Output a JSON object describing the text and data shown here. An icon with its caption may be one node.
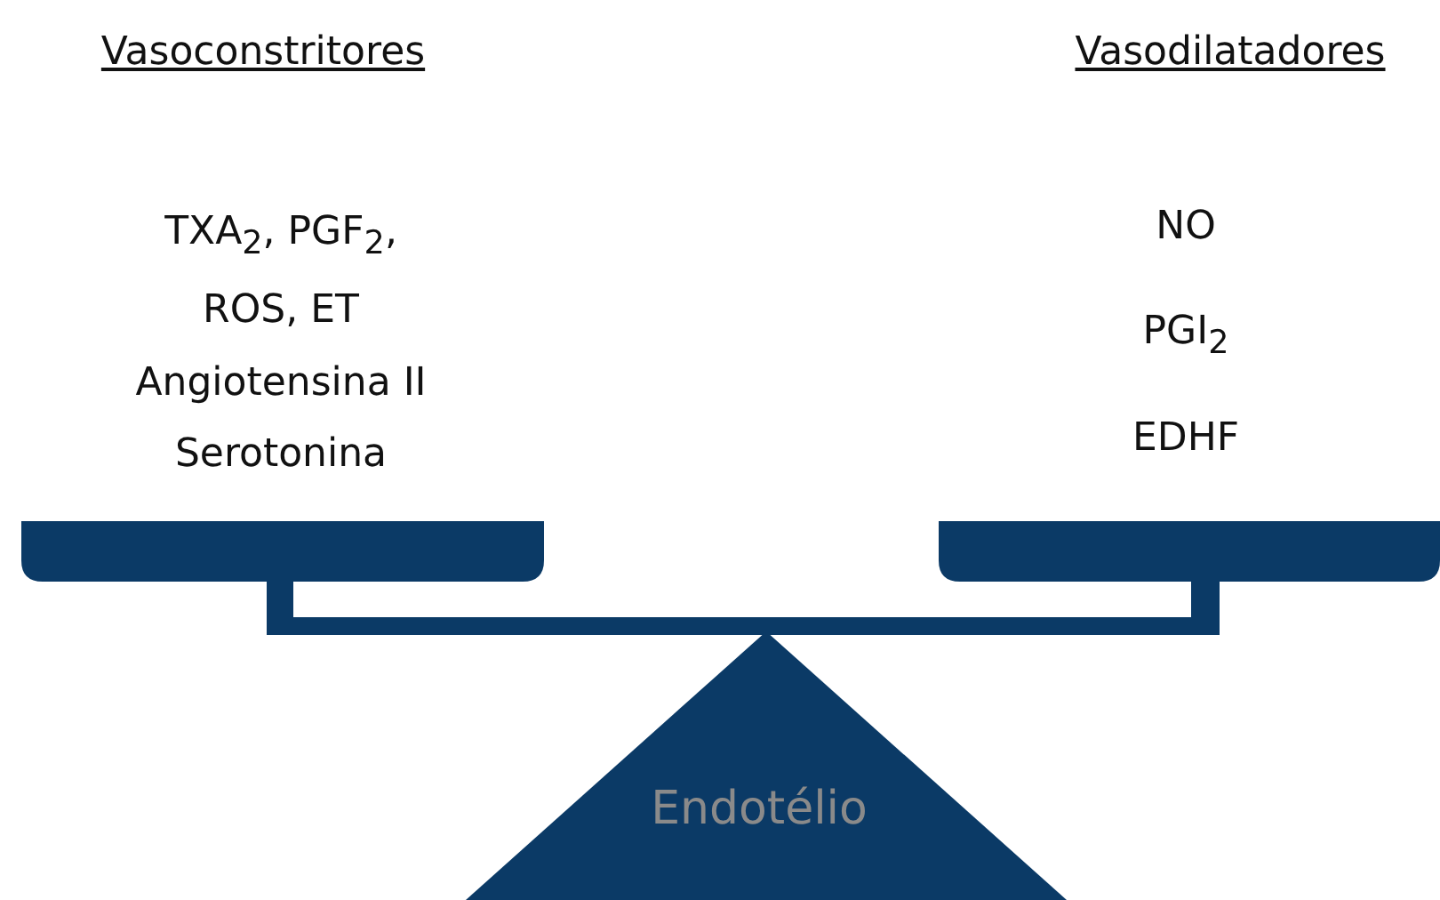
{
  "diagram": {
    "nodes": [
      {
        "text": [
          "TXA$_{2}$, PGF$_{2}$,",
          "ROS, ET",
          "Angiotensina II",
          "Serotonina"
        ]
      },
      {
        "text": [
          "NO",
          "PGI$_{2}$",
          "EDHF"
        ]
      },
      {
        "text": [
          "Endotélio"
        ]
      },
      {
        "text": [],
        "shape": "bar"
      }
    ],
    "labels": [
      "Vasoconstritores",
      "Vasodilatadores"
    ]
  }
}
